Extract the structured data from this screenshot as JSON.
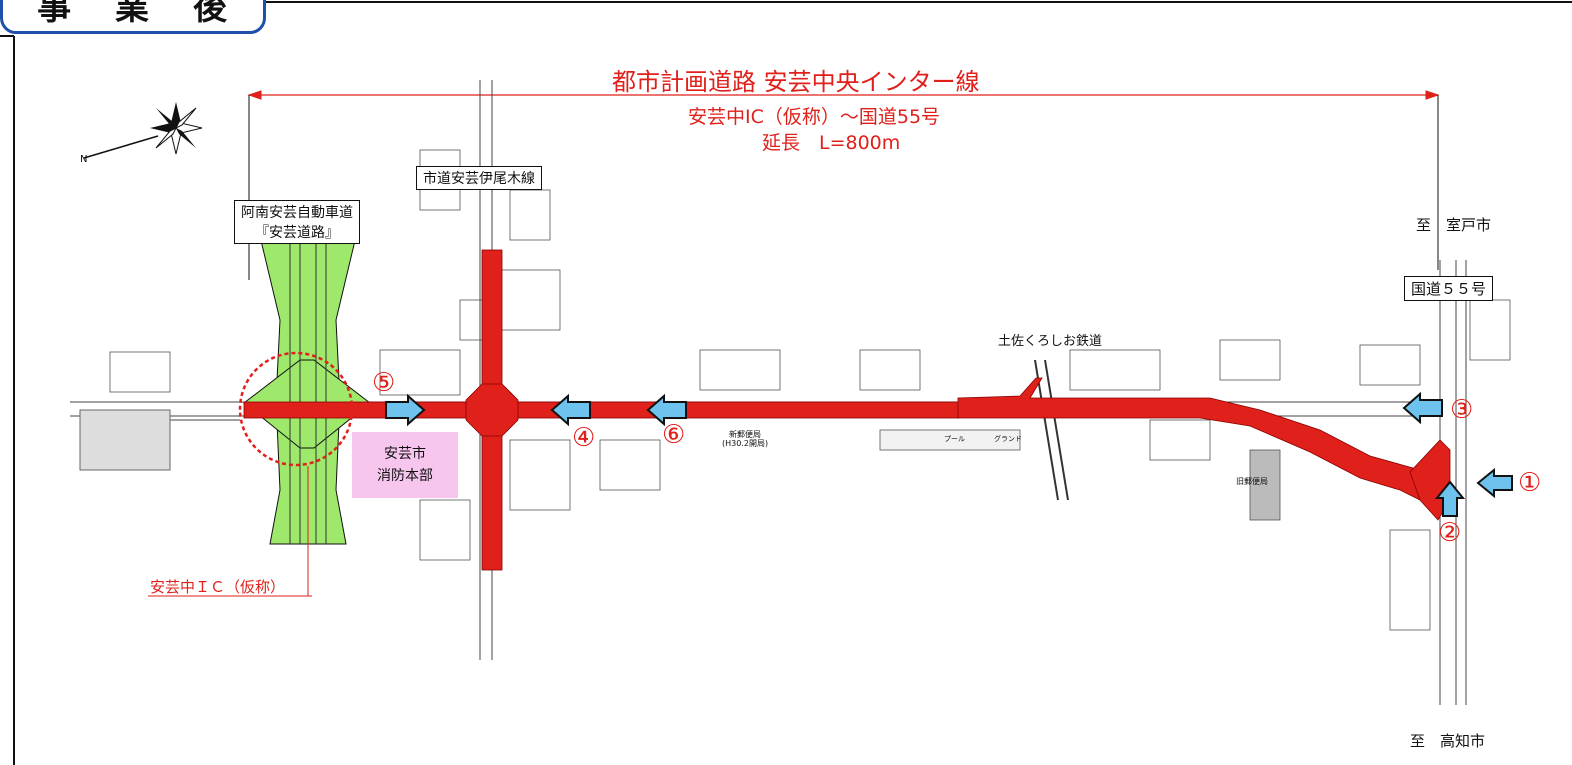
{
  "badge": "事 業 後",
  "title": {
    "route_name": "都市計画道路 安芸中央インター線",
    "section": "安芸中IC（仮称）～国道55号",
    "length": "延長　L=800m"
  },
  "labels": {
    "expressway_line1": "阿南安芸自動車道",
    "expressway_line2": "『安芸道路』",
    "city_road": "市道安芸伊尾木線",
    "national_route": "国道５５号",
    "to_muroto": "至　室戸市",
    "to_kochi": "至　高知市",
    "railway": "土佐くろしお鉄道",
    "interchange": "安芸中ＩＣ（仮称）",
    "fire_station_line1": "安芸市",
    "fire_station_line2": "消防本部",
    "new_post_office_line1": "新郵便局",
    "new_post_office_line2": "(H30.2開局)",
    "old_post_office": "旧郵便局",
    "pool": "プール",
    "ground": "グランド"
  },
  "markers": [
    "①",
    "②",
    "③",
    "④",
    "⑤",
    "⑥"
  ],
  "colors": {
    "road_fill": "#e0201b",
    "expressway_fill": "#9ee86b",
    "arrow_fill": "#6ec3ee",
    "fire_station_fill": "#f7c6ef",
    "badge_border": "#1f4fa8"
  },
  "icons": [
    "compass-rose-icon",
    "arrow-icon"
  ]
}
